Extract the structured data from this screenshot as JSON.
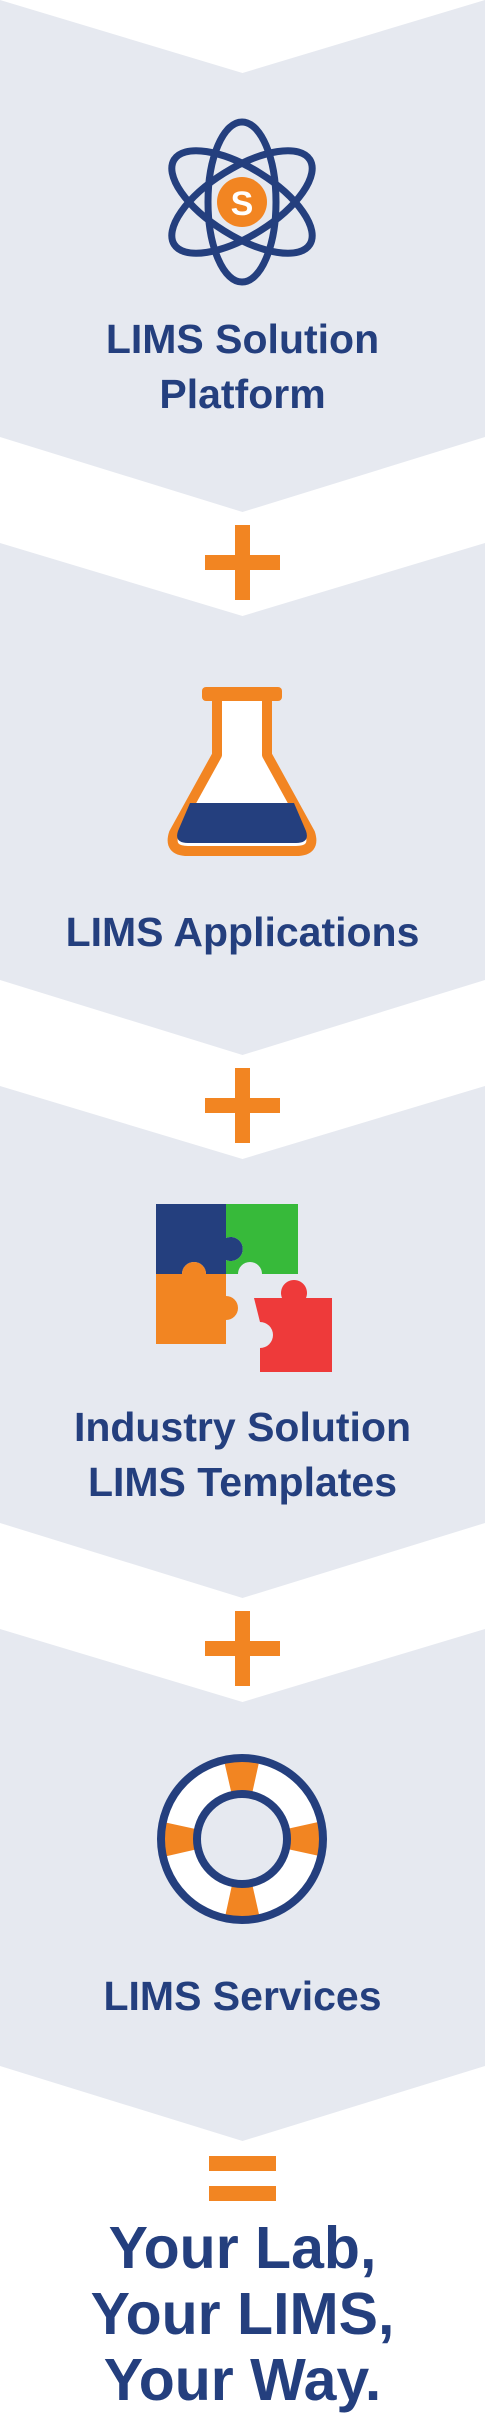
{
  "colors": {
    "navy": "#243F7E",
    "orange": "#F28522",
    "panel": "#E6E9F0",
    "green": "#37BA3A",
    "red": "#EE3A3A"
  },
  "blocks": [
    {
      "icon": "atom-s-icon",
      "label_lines": [
        "LIMS Solution",
        "Platform"
      ]
    },
    {
      "icon": "flask-icon",
      "label_lines": [
        "LIMS Applications"
      ]
    },
    {
      "icon": "puzzle-icon",
      "label_lines": [
        "Industry Solution",
        "LIMS Templates"
      ]
    },
    {
      "icon": "lifebuoy-icon",
      "label_lines": [
        "LIMS Services"
      ]
    }
  ],
  "atom_letter": "S",
  "operators": [
    "plus-icon",
    "plus-icon",
    "plus-icon",
    "equals-icon"
  ],
  "tagline": {
    "lines": [
      "Your Lab,",
      "Your LIMS,",
      "Your Way."
    ]
  }
}
